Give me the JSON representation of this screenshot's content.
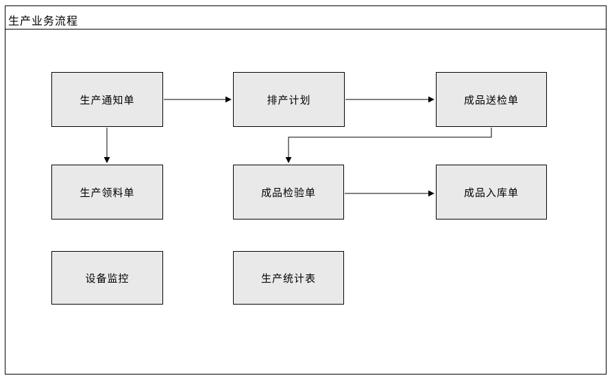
{
  "title": "生产业务流程",
  "diagram": {
    "nodes": [
      {
        "id": "production-notice",
        "label": "生产通知单"
      },
      {
        "id": "scheduling-plan",
        "label": "排产计划"
      },
      {
        "id": "finished-goods-submission",
        "label": "成品送检单"
      },
      {
        "id": "material-requisition",
        "label": "生产领料单"
      },
      {
        "id": "finished-goods-inspection",
        "label": "成品检验单"
      },
      {
        "id": "finished-goods-warehouse",
        "label": "成品入库单"
      },
      {
        "id": "equipment-monitoring",
        "label": "设备监控"
      },
      {
        "id": "production-statistics",
        "label": "生产统计表"
      }
    ],
    "edges": [
      {
        "from": "生产通知单",
        "to": "排产计划"
      },
      {
        "from": "排产计划",
        "to": "成品送检单"
      },
      {
        "from": "生产通知单",
        "to": "生产领料单"
      },
      {
        "from": "成品送检单",
        "to": "成品检验单"
      },
      {
        "from": "成品检验单",
        "to": "成品入库单"
      }
    ],
    "colors": {
      "node_fill": "#e9e9e9",
      "node_border": "#000000",
      "connector": "#000000"
    }
  }
}
